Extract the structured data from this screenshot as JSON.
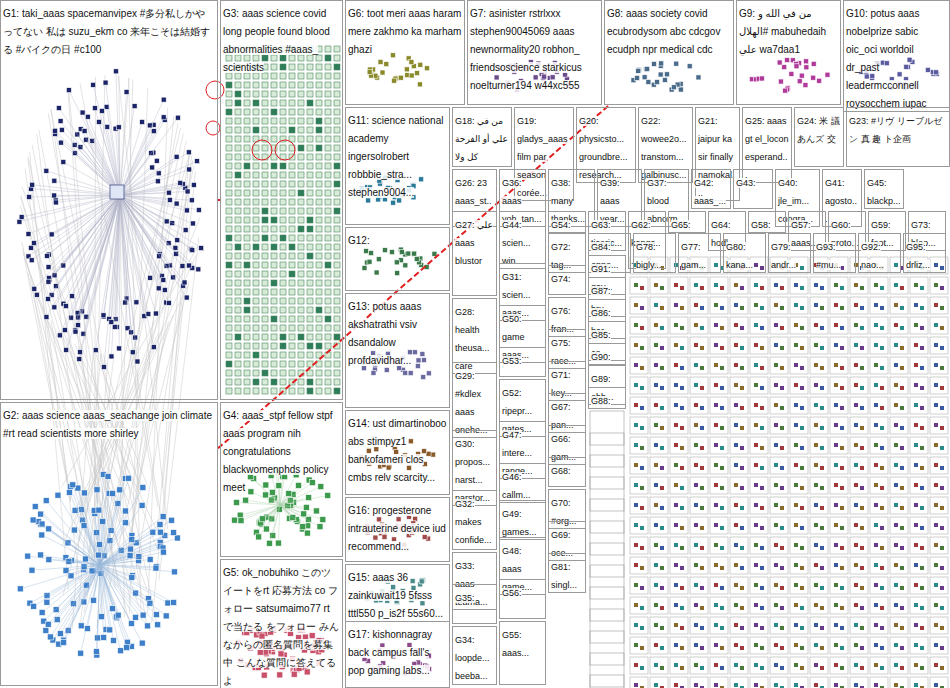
{
  "diagram": {
    "nodes": [
      {
        "text": [
          "G1: taki_aaas spacemanvipex #多分私しかやってない 私は suzu_ekm co 来年こそは結婚する #バイクの日 #c100"
        ]
      },
      {
        "text": [
          "G2: aaas science aaas_seachange join climate #rt read scientists more shirley"
        ]
      },
      {
        "text": [
          "G3: aaas science covid long people found blood abnormalities #aaas_ scientists"
        ]
      },
      {
        "text": [
          "G4: aaas_stpf fellow stpf aaas program nih congratulations blackwomenphds policy meet"
        ]
      },
      {
        "text": [
          "G5: ok_nobuhiko このツイートをrt 応募方法 co フォロー satsumaimo77 rt で当たる をフォロー みんなからの匿名質問を募集中 こんな質問に答えてるよ"
        ]
      },
      {
        "text": [
          "G6: toot meri aaas haram mere zakhmo ka marham ghazi"
        ]
      },
      {
        "text": [
          "G7: asinister rstrlxxx stephen90045069 aaas newnormality20 robhon_ friendsoscience starkicus noelturner194 w44xc555"
        ]
      },
      {
        "text": [
          "G8: aaas society covid ecubrodysom abc cdcgov ecudph npr medical cdc"
        ]
      },
      {
        "text": [
          "G9: من في الله و #الهلال mabuhedaih علي wa7daa1"
        ]
      },
      {
        "text": [
          "G10: potus aaas nobelprize sabic oic_oci worldoil dr_past leadermcconnell roysocchem iupac"
        ]
      },
      {
        "text": [
          "G11: science national academy ingersolrobert robbbie_stra... stephen9004..."
        ]
      },
      {
        "text": [
          "G12:"
        ]
      },
      {
        "text": [
          "G13: potus aaas akshatrathi vsiv dsandalow profdavidhar..."
        ]
      },
      {
        "text": [
          "G14: ust dimartinoboo abs stimpyz1 bankofameri clos cmbs relv scarcity..."
        ]
      },
      {
        "text": [
          "G16: progesterone intrauterine device iud recommend..."
        ]
      },
      {
        "text": [
          "G15: aaas 36 zainkuwait19 5fsss tttl550 p_is2f 55s60..."
        ]
      },
      {
        "text": [
          "G17: kishonnagray back campus fall's pop gaming labs..."
        ]
      },
      {
        "text": [
          "G18: من في علي أو الفرحة كل ولا"
        ]
      },
      {
        "text": [
          "G19: gladys_aaas film par season corée..."
        ]
      },
      {
        "text": [
          "G20: physicsto... groundbre... research..."
        ]
      },
      {
        "text": [
          "G22: wowee2o... transtom... galbinusc..."
        ]
      },
      {
        "text": [
          "G21: jaipur ka sir finally namokal..."
        ]
      },
      {
        "text": [
          "G25: aaas gt el_locon esperand..."
        ]
      },
      {
        "text": [
          "G24: 米 議 あんズ 交"
        ]
      },
      {
        "text": [
          "G23: #リヴ リーブルゼン 真 趣 ト企画"
        ]
      },
      {
        "text": [
          "G26: 23 aaas_st..."
        ]
      },
      {
        "text": [
          "G36: aaas yoh_tan..."
        ]
      },
      {
        "text": [
          "G38: many thanks..."
        ]
      },
      {
        "text": [
          "G39: aaas year..."
        ]
      },
      {
        "text": [
          "G37: blood abnorm..."
        ]
      },
      {
        "text": [
          "G42: aaas_..."
        ]
      },
      {
        "text": [
          "G43:"
        ]
      },
      {
        "text": [
          "G40: jle_im... congra..."
        ]
      },
      {
        "text": [
          "G41: agosto..."
        ]
      },
      {
        "text": [
          "G45: blackp..."
        ]
      },
      {
        "text": [
          "G44: scien... win..."
        ]
      },
      {
        "text": [
          "G27: علي aaas blustor"
        ]
      },
      {
        "text": [
          "G54:"
        ]
      },
      {
        "text": [
          "G63: ticeric..."
        ]
      },
      {
        "text": [
          "G62: kanga..."
        ]
      },
      {
        "text": [
          "G65:"
        ]
      },
      {
        "text": [
          "G64: hodl..."
        ]
      },
      {
        "text": [
          "G58:"
        ]
      },
      {
        "text": [
          "G57: aaas..."
        ]
      },
      {
        "text": [
          "G60: proto..."
        ]
      },
      {
        "text": [
          "G59: foot..."
        ]
      },
      {
        "text": [
          "G73: bloo..."
        ]
      },
      {
        "text": [
          "G84: oppo..."
        ]
      },
      {
        "text": [
          "G78: bigly..."
        ]
      },
      {
        "text": [
          "G77: gam..."
        ]
      },
      {
        "text": [
          "G80: kana..."
        ]
      },
      {
        "text": [
          "G79: andr..."
        ]
      },
      {
        "text": [
          "G93: #mu..."
        ]
      },
      {
        "text": [
          "G92: nao..."
        ]
      },
      {
        "text": [
          "G95: drliz..."
        ]
      },
      {
        "text": [
          "G72: tag..."
        ]
      },
      {
        "text": [
          "G74:"
        ]
      },
      {
        "text": [
          "G76: fran..."
        ]
      },
      {
        "text": [
          "G75: race..."
        ]
      },
      {
        "text": [
          "G71: key..."
        ]
      },
      {
        "text": [
          "G67: pan..."
        ]
      },
      {
        "text": [
          "G66: gam..."
        ]
      },
      {
        "text": [
          "G68:"
        ]
      },
      {
        "text": [
          "G70: #org..."
        ]
      },
      {
        "text": [
          "G69: oce..."
        ]
      },
      {
        "text": [
          "G81: singl..."
        ]
      },
      {
        "text": [
          "G31: scien... aaas..."
        ]
      },
      {
        "text": [
          "G50: game aaas..."
        ]
      },
      {
        "text": [
          "G53:"
        ]
      },
      {
        "text": [
          "G52: ripepr... gates..."
        ]
      },
      {
        "text": [
          "G47: intere... range..."
        ]
      },
      {
        "text": [
          "G46: callm..."
        ]
      },
      {
        "text": [
          "G49: games..."
        ]
      },
      {
        "text": [
          "G48: aaas game..."
        ]
      },
      {
        "text": [
          "G56:"
        ]
      },
      {
        "text": [
          "G55: aaas..."
        ]
      },
      {
        "text": [
          "G28: health theusa... care"
        ]
      },
      {
        "text": [
          "G29: #kdlex aaas onehe..."
        ]
      },
      {
        "text": [
          "G30: propos... narst... narstor..."
        ]
      },
      {
        "text": [
          "G32: makes confide..."
        ]
      },
      {
        "text": [
          "G33: aaas teama..."
        ]
      },
      {
        "text": [
          "G35:"
        ]
      },
      {
        "text": [
          "G34: loopde... beeba..."
        ]
      },
      {
        "text": [
          "G91: gay..."
        ]
      },
      {
        "text": [
          "G87: bru..."
        ]
      },
      {
        "text": [
          "G86: bar..."
        ]
      },
      {
        "text": [
          "G85: co..."
        ]
      },
      {
        "text": [
          "G90:"
        ]
      },
      {
        "text": [
          "G89: ohh..."
        ]
      },
      {
        "text": [
          "G88:"
        ]
      }
    ],
    "edges": [
      {
        "from": 0,
        "to": 2,
        "arrow": "none"
      },
      {
        "from": 1,
        "to": 7,
        "arrow": "none"
      },
      {
        "from": 0,
        "to": 1,
        "arrow": "none"
      }
    ]
  }
}
